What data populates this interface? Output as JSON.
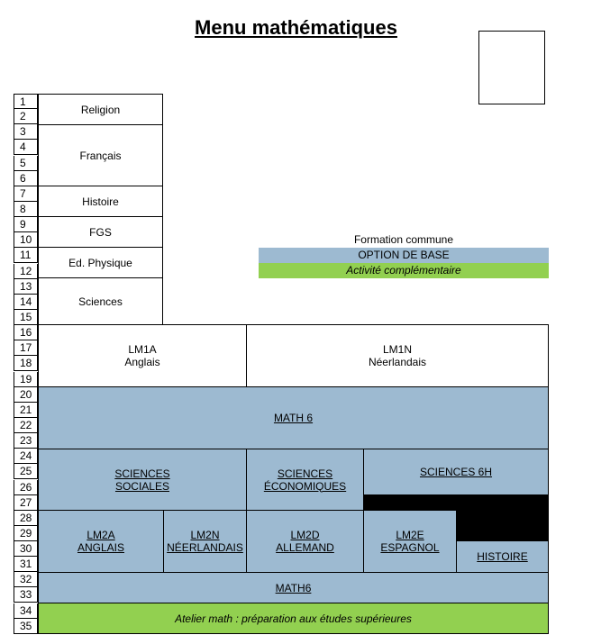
{
  "title": "Menu mathématiques",
  "row_numbers": [
    "1",
    "2",
    "3",
    "4",
    "5",
    "6",
    "7",
    "8",
    "9",
    "10",
    "11",
    "12",
    "13",
    "14",
    "15",
    "16",
    "17",
    "18",
    "19",
    "20",
    "21",
    "22",
    "23",
    "24",
    "25",
    "26",
    "27",
    "28",
    "29",
    "30",
    "31",
    "32",
    "33",
    "34",
    "35"
  ],
  "common_subjects": {
    "religion": "Religion",
    "francais": "Français",
    "histoire": "Histoire",
    "fgs": "FGS",
    "ed_physique": "Ed. Physique",
    "sciences": "Sciences"
  },
  "legend": {
    "formation": "Formation commune",
    "option": "OPTION DE BASE",
    "activite": "Activité complémentaire"
  },
  "options": {
    "lm1a_code": "LM1A",
    "lm1a_lang": "Anglais",
    "lm1n_code": "LM1N",
    "lm1n_lang": "Néerlandais",
    "math6": "MATH 6",
    "sciences_sociales_1": "SCIENCES",
    "sciences_sociales_2": "SOCIALES",
    "sciences_eco_1": "SCIENCES",
    "sciences_eco_2": "ÉCONOMIQUES",
    "sciences_6h": "SCIENCES 6H",
    "lm2a_code": "LM2A",
    "lm2a_lang": "ANGLAIS",
    "lm2n_code": "LM2N",
    "lm2n_lang": "NÉERLANDAIS",
    "lm2d_code": "LM2D",
    "lm2d_lang": "ALLEMAND",
    "lm2e_code": "LM2E",
    "lm2e_lang": "ESPAGNOL",
    "histoire": "HISTOIRE",
    "math6_bis": "MATH6",
    "atelier": "Atelier math : préparation aux études supérieures"
  },
  "colors": {
    "option_blue": "#9dbad1",
    "activity_green": "#92d050"
  }
}
